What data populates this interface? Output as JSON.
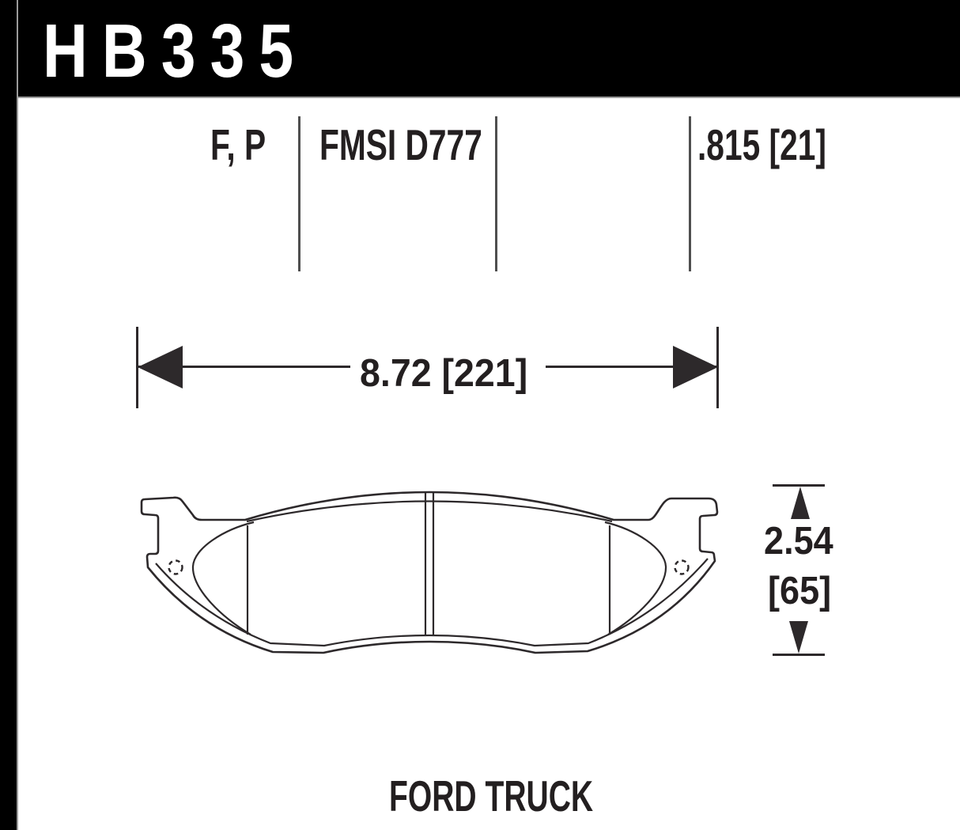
{
  "header": {
    "part_number": "HB335"
  },
  "spec_row": {
    "compounds": "F, P",
    "fmsi_number": "FMSI D777",
    "pad_thickness": ".815 [21]"
  },
  "dimensions": {
    "width_label": "8.72 [221]",
    "height_value": "2.54",
    "height_mm": "[65]"
  },
  "footer": {
    "application": "FORD TRUCK"
  },
  "colors": {
    "bar": "#000000",
    "bar_text": "#ffffff",
    "ink": "#231f20",
    "drawing_line": "#2d292b",
    "divider": "#4f4f4f",
    "page_bg": "#ffffff",
    "scan_edge": "#9b9b9b"
  }
}
